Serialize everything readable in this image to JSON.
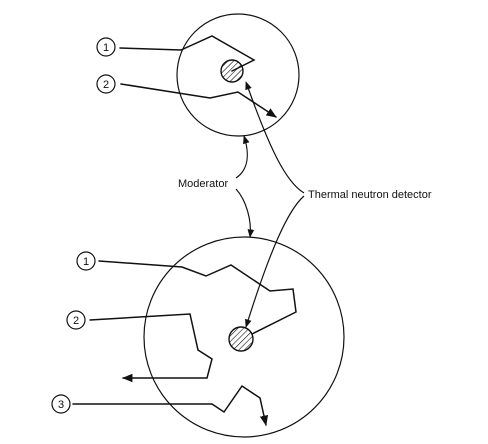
{
  "labels": {
    "moderator": "Moderator",
    "detector": "Thermal neutron detector"
  },
  "top_markers": [
    "1",
    "2"
  ],
  "bottom_markers": [
    "1",
    "2",
    "3"
  ]
}
